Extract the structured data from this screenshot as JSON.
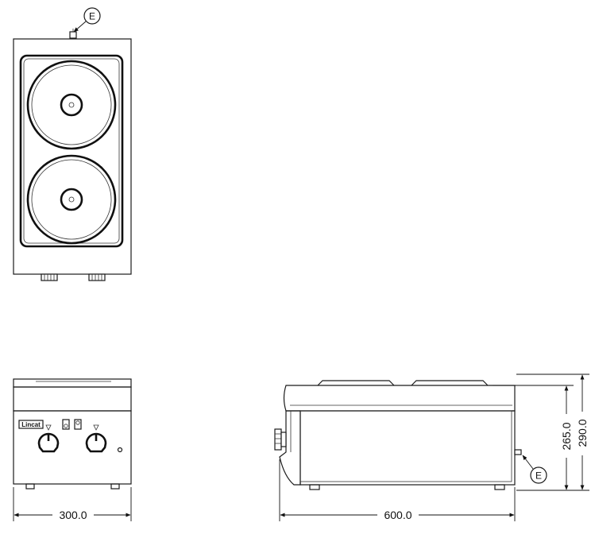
{
  "top_view": {
    "callout_label": "E"
  },
  "front_view": {
    "brand_badge": "Lincat",
    "width_dimension": "300.0"
  },
  "side_view": {
    "callout_label": "E",
    "length_dimension": "600.0",
    "height_dimension_inner": "265.0",
    "height_dimension_outer": "290.0"
  }
}
